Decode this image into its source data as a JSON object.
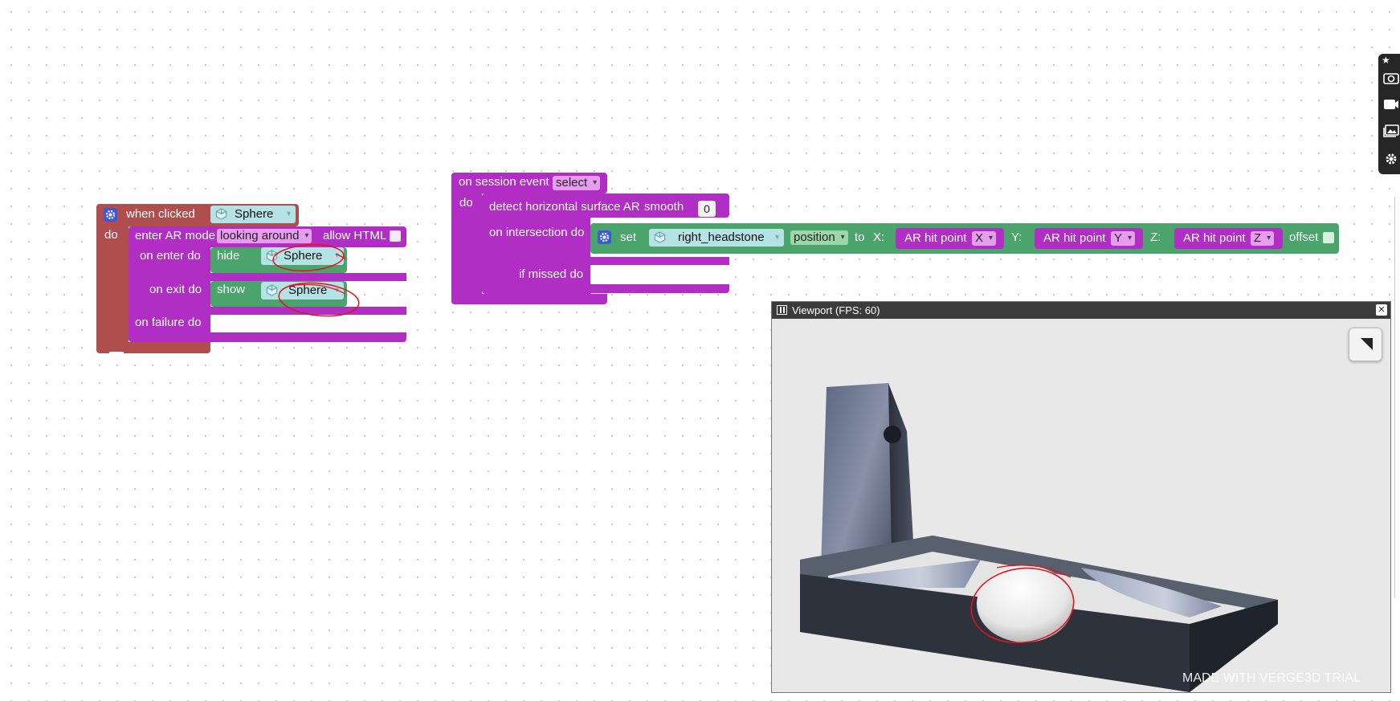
{
  "block_when_clicked": {
    "event_label": "when clicked",
    "object": "Sphere",
    "do_label": "do",
    "enter_ar_label": "enter AR mode",
    "ar_mode_option": "looking around",
    "allow_html_label": "allow HTML",
    "on_enter_label": "on enter do",
    "hide_label": "hide",
    "hide_object": "Sphere",
    "on_exit_label": "on exit do",
    "show_label": "show",
    "show_object": "Sphere",
    "on_failure_label": "on failure do"
  },
  "block_session_event": {
    "event_label": "on session event",
    "event_option": "select",
    "do_label": "do",
    "detect_label": "detect horizontal surface AR",
    "smooth_label": "smooth",
    "smooth_value": "0",
    "on_intersection_label": "on intersection do",
    "if_missed_label": "if missed do",
    "set_label": "set",
    "set_object": "right_headstone",
    "property_option": "position",
    "to_label": "to",
    "x_label": "X:",
    "y_label": "Y:",
    "z_label": "Z:",
    "hit_label": "AR hit point",
    "hit_x_option": "X",
    "hit_y_option": "Y",
    "hit_z_option": "Z",
    "offset_label": "offset"
  },
  "viewport": {
    "title": "Viewport (FPS: 60)",
    "close_label": "✕",
    "watermark": "MADE WITH VERGE3D TRIAL"
  },
  "toolbar": {
    "icons": [
      "star-icon",
      "camera-icon",
      "video-icon",
      "image-icon",
      "gear-icon"
    ]
  },
  "colors": {
    "event_block": "#b04d4d",
    "ar_block": "#b02ec4",
    "object_block": "#4aa46b",
    "object_field": "#b5e2e4",
    "annotation": "#e0141b"
  }
}
